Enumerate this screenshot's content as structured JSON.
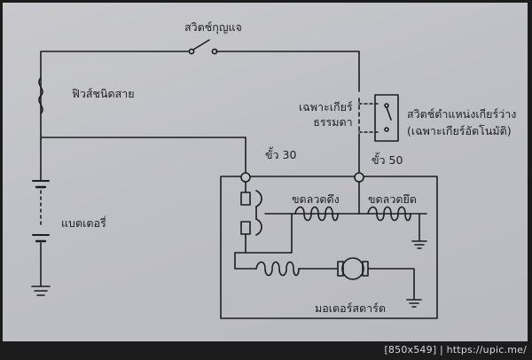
{
  "diagram": {
    "labels": {
      "ignition_switch": "สวิตช์กุญแจ",
      "fuse": "ฟิวส์ชนิดสาย",
      "manual_only": "เฉพาะเกียร์\nธรรมดา",
      "neutral_switch": "สวิตช์ตำแหน่งเกียร์ว่าง\n(เฉพาะเกียร์อัตโนมัติ)",
      "terminal_30": "ขั้ว 30",
      "terminal_50": "ขั้ว 50",
      "pull_in_coil": "ขดลวดดึง",
      "hold_in_coil": "ขดลวดยึด",
      "battery": "แบตเตอรี่",
      "starter_motor": "มอเตอร์สตาร์ต"
    }
  },
  "watermark": "[850x549] | https://upic.me/",
  "colors": {
    "ink": "#1d1d20",
    "paper": "#c3c4c9",
    "frame": "#1c1c1c"
  }
}
